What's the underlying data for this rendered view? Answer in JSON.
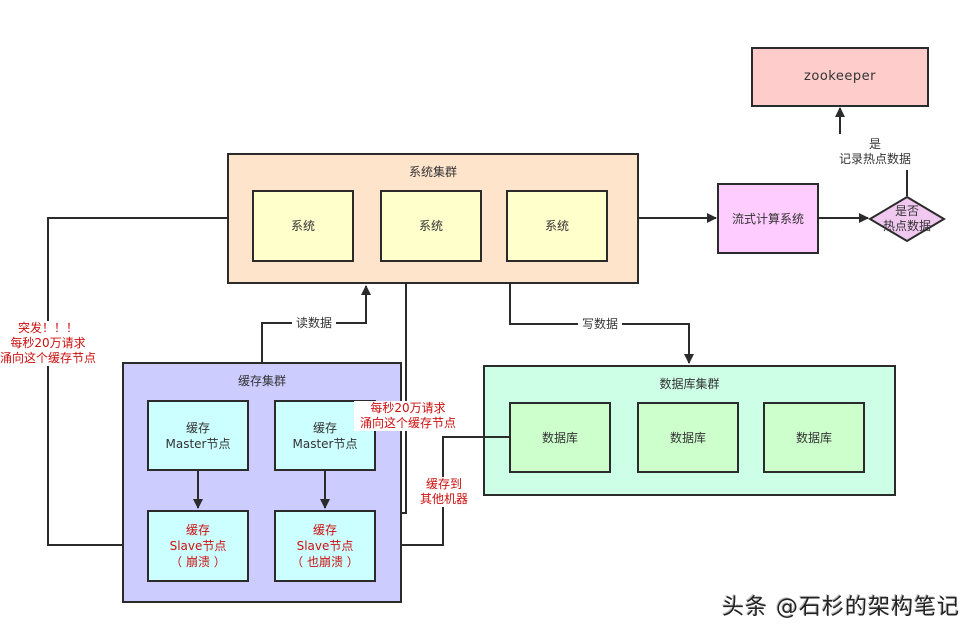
{
  "system_cluster": {
    "title": "系统集群",
    "nodes": [
      "系统",
      "系统",
      "系统"
    ]
  },
  "stream_system": {
    "label": "流式计算系统"
  },
  "hotspot_decision": {
    "label_line1": "是否",
    "label_line2": "热点数据"
  },
  "zookeeper": {
    "label": "zookeeper"
  },
  "edge_labels": {
    "yes_record_line1": "是",
    "yes_record_line2": "记录热点数据",
    "read_data": "读数据",
    "write_data": "写数据",
    "burst_line1": "突发！！！",
    "burst_line2": "每秒20万请求",
    "burst_line3": "涌向这个缓存节点",
    "flood_line1": "每秒20万请求",
    "flood_line2": "涌向这个缓存节点",
    "cache_to_line1": "缓存到",
    "cache_to_line2": "其他机器"
  },
  "cache_cluster": {
    "title": "缓存集群",
    "masters": [
      {
        "line1": "缓存",
        "line2": "Master节点"
      },
      {
        "line1": "缓存",
        "line2": "Master节点"
      }
    ],
    "slaves": [
      {
        "line1": "缓存",
        "line2": "Slave节点",
        "line3": "（ 崩溃 ）"
      },
      {
        "line1": "缓存",
        "line2": "Slave节点",
        "line3": "（ 也崩溃 ）"
      }
    ]
  },
  "db_cluster": {
    "title": "数据库集群",
    "nodes": [
      "数据库",
      "数据库",
      "数据库"
    ]
  },
  "watermark": "头条 @石杉的架构笔记",
  "colors": {
    "system_cluster_fill": "#ffe4cc",
    "system_node_fill": "#ffffcc",
    "stream_fill": "#ffccff",
    "decision_fill": "#f0c8f0",
    "zookeeper_fill": "#ffcccc",
    "cache_cluster_fill": "#ccccff",
    "cache_node_fill": "#ccffff",
    "db_cluster_fill": "#ccffe6",
    "db_node_fill": "#ccffcc",
    "alert_text": "#cc1111",
    "line": "#2b2b2b"
  }
}
